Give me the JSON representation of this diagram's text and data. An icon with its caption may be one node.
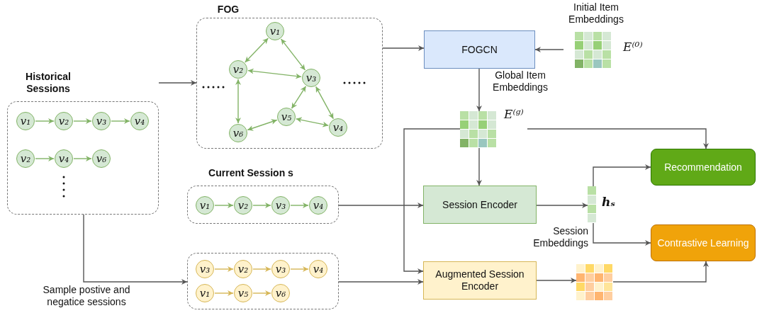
{
  "diagram": {
    "nodes": [
      {
        "text": [
          "Historical Sessions"
        ]
      },
      {
        "text": [
          "v₁"
        ],
        "in": 0
      },
      {
        "text": [
          "v₂"
        ],
        "in": 0
      },
      {
        "text": [
          "v₃"
        ],
        "in": 0
      },
      {
        "text": [
          "v₄"
        ],
        "in": 0
      },
      {
        "text": [
          "v₂"
        ],
        "in": 0
      },
      {
        "text": [
          "v₄"
        ],
        "in": 0
      },
      {
        "text": [
          "v₆"
        ],
        "in": 0
      },
      {
        "text": [
          "FOG"
        ]
      },
      {
        "text": [
          "v₁"
        ],
        "in": 8
      },
      {
        "text": [
          "v₂"
        ],
        "in": 8
      },
      {
        "text": [
          "v₃"
        ],
        "in": 8
      },
      {
        "text": [
          "v₅"
        ],
        "in": 8
      },
      {
        "text": [
          "v₆"
        ],
        "in": 8
      },
      {
        "text": [
          "v₄"
        ],
        "in": 8
      },
      {
        "text": [
          "FOGCN"
        ]
      },
      {
        "text": [
          "Initial Item Embeddings",
          "E⁽⁰⁾"
        ]
      },
      {
        "text": [
          "E⁽ᵍ⁾"
        ]
      },
      {
        "text": [
          "Current Session s"
        ]
      },
      {
        "text": [
          "v₁"
        ],
        "in": 18
      },
      {
        "text": [
          "v₂"
        ],
        "in": 18
      },
      {
        "text": [
          "v₃"
        ],
        "in": 18
      },
      {
        "text": [
          "v₄"
        ],
        "in": 18
      },
      {
        "text": [],
        "shape": "box"
      },
      {
        "text": [
          "v₃"
        ],
        "in": 23
      },
      {
        "text": [
          "v₂"
        ],
        "in": 23
      },
      {
        "text": [
          "v₃"
        ],
        "in": 23
      },
      {
        "text": [
          "v₄"
        ],
        "in": 23
      },
      {
        "text": [
          "v₁"
        ],
        "in": 23
      },
      {
        "text": [
          "v₅"
        ],
        "in": 23
      },
      {
        "text": [
          "v₆"
        ],
        "in": 23
      },
      {
        "text": [
          "Session Encoder"
        ]
      },
      {
        "text": [
          "Augmented Session Encoder"
        ]
      },
      {
        "text": [
          "hₛ"
        ],
        "beside": [
          "Session Embeddings"
        ]
      },
      {
        "text": [],
        "shape": "picture"
      },
      {
        "text": [
          "Recommendation"
        ]
      },
      {
        "text": [
          "Contrastive Learning"
        ]
      }
    ],
    "edges": [
      {
        "from": 1,
        "to": 2,
        "arrow": "to",
        "color": "#82b366"
      },
      {
        "from": 2,
        "to": 3,
        "arrow": "to",
        "color": "#82b366"
      },
      {
        "from": 3,
        "to": 4,
        "arrow": "to",
        "color": "#82b366"
      },
      {
        "from": 5,
        "to": 6,
        "arrow": "to",
        "color": "#82b366"
      },
      {
        "from": 6,
        "to": 7,
        "arrow": "to",
        "color": "#82b366"
      },
      {
        "from": 9,
        "to": 10,
        "arrow": "both",
        "color": "#82b366"
      },
      {
        "from": 9,
        "to": 11,
        "arrow": "both",
        "color": "#82b366"
      },
      {
        "from": 10,
        "to": 11,
        "arrow": "both",
        "color": "#82b366"
      },
      {
        "from": 10,
        "to": 13,
        "arrow": "both",
        "color": "#82b366"
      },
      {
        "from": 11,
        "to": 12,
        "arrow": "both",
        "color": "#82b366"
      },
      {
        "from": 11,
        "to": 14,
        "arrow": "both",
        "color": "#82b366"
      },
      {
        "from": 12,
        "to": 13,
        "arrow": "both",
        "color": "#82b366"
      },
      {
        "from": 12,
        "to": 14,
        "arrow": "both",
        "color": "#82b366"
      },
      {
        "from": 19,
        "to": 20,
        "arrow": "to",
        "color": "#82b366"
      },
      {
        "from": 20,
        "to": 21,
        "arrow": "to",
        "color": "#82b366"
      },
      {
        "from": 21,
        "to": 22,
        "arrow": "to",
        "color": "#82b366"
      },
      {
        "from": 24,
        "to": 25,
        "arrow": "to",
        "color": "#d6b656"
      },
      {
        "from": 25,
        "to": 26,
        "arrow": "to",
        "color": "#d6b656"
      },
      {
        "from": 26,
        "to": 27,
        "arrow": "to",
        "color": "#d6b656"
      },
      {
        "from": 28,
        "to": 29,
        "arrow": "to",
        "color": "#d6b656"
      },
      {
        "from": 29,
        "to": 30,
        "arrow": "to",
        "color": "#d6b656"
      },
      {
        "from": 0,
        "to": 8,
        "arrow": "to",
        "color": "#555555"
      },
      {
        "from": 8,
        "to": 15,
        "arrow": "to",
        "color": "#555555"
      },
      {
        "from": 16,
        "to": 15,
        "arrow": "to",
        "color": "#555555"
      },
      {
        "from": 15,
        "to": 17,
        "arrow": "to",
        "label": "Global Item Embeddings",
        "color": "#555555"
      },
      {
        "from": 17,
        "to": 35,
        "arrow": "to",
        "color": "#555555"
      },
      {
        "from": 17,
        "to": 31,
        "arrow": "to",
        "color": "#555555"
      },
      {
        "from": 17,
        "to": 32,
        "arrow": "to",
        "color": "#555555"
      },
      {
        "from": 18,
        "to": 31,
        "arrow": "to",
        "color": "#555555"
      },
      {
        "from": 0,
        "to": 23,
        "arrow": "to",
        "label": "Sample postive and negatice sessions",
        "color": "#555555"
      },
      {
        "from": 23,
        "to": 32,
        "arrow": "to",
        "color": "#555555"
      },
      {
        "from": 31,
        "to": 33,
        "arrow": "to",
        "color": "#555555"
      },
      {
        "from": 33,
        "to": 35,
        "arrow": "to",
        "color": "#555555"
      },
      {
        "from": 33,
        "to": 36,
        "arrow": "to",
        "color": "#555555"
      },
      {
        "from": 32,
        "to": 34,
        "arrow": "to",
        "color": "#555555"
      },
      {
        "from": 34,
        "to": 36,
        "arrow": "to",
        "color": "#555555"
      }
    ]
  }
}
